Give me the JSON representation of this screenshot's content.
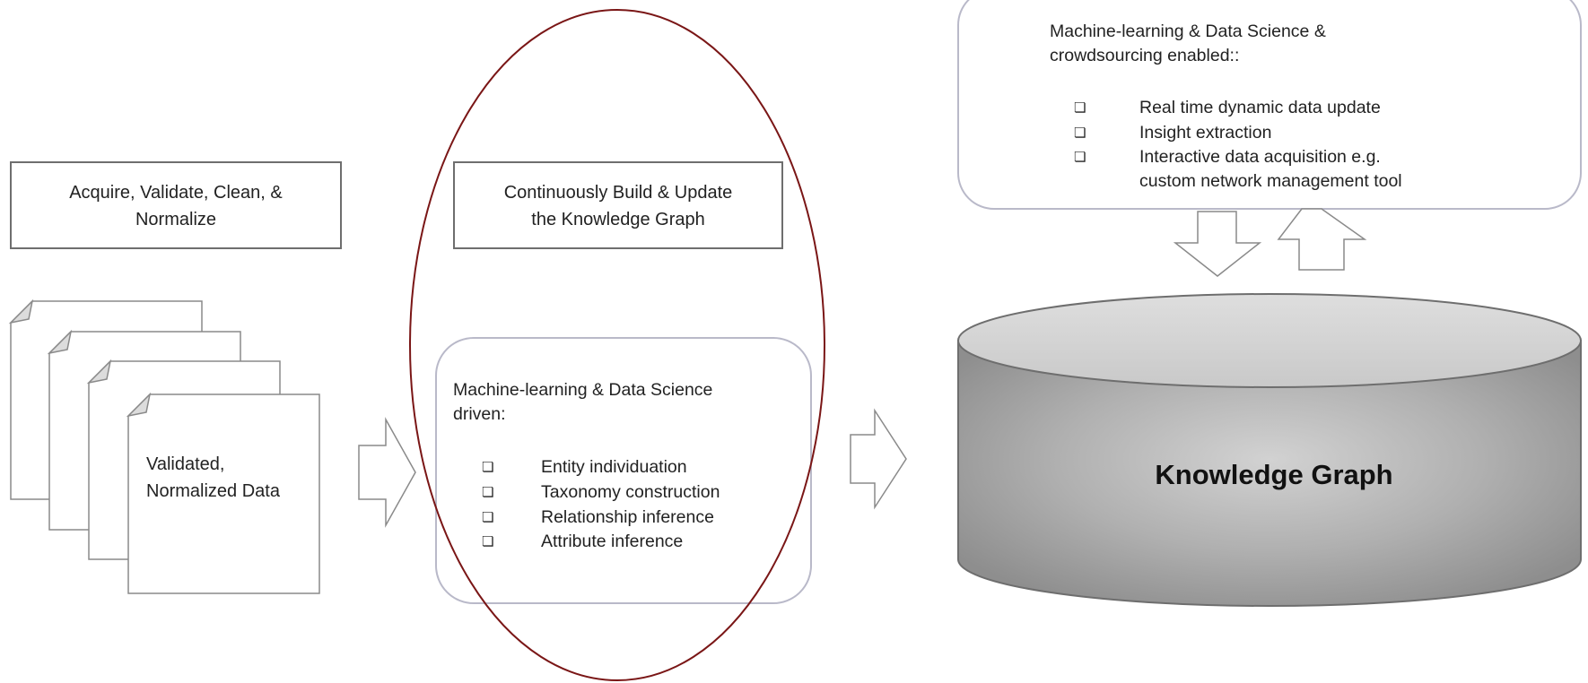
{
  "acquire_box": {
    "line1": "Acquire, Validate, Clean, &",
    "line2": "Normalize"
  },
  "documents": {
    "label_line1": "Validated,",
    "label_line2": "Normalized Data"
  },
  "build_box": {
    "line1": "Continuously Build & Update",
    "line2": "the Knowledge Graph"
  },
  "ml_driven": {
    "title_line1": "Machine-learning & Data Science",
    "title_line2": "driven:",
    "bullet_glyph": "❏",
    "items": [
      "Entity individuation",
      "Taxonomy construction",
      "Relationship inference",
      "Attribute inference"
    ]
  },
  "ml_enabled": {
    "title_line1": "Machine-learning & Data Science &",
    "title_line2": "crowdsourcing enabled::",
    "bullet_glyph": "❏",
    "items": [
      "Real time dynamic data update",
      "Insight extraction",
      "Interactive data acquisition e.g."
    ],
    "item_continuation": "custom network management tool"
  },
  "knowledge_graph": {
    "label": "Knowledge Graph"
  },
  "colors": {
    "ellipse_stroke": "#7a1616",
    "box_stroke": "#6e6e6e",
    "rounded_stroke": "#b9b9c9",
    "arrow_stroke": "#8a8a8a",
    "cylinder_top": "#d6d6d6",
    "cylinder_body": "#a4a4a4"
  }
}
